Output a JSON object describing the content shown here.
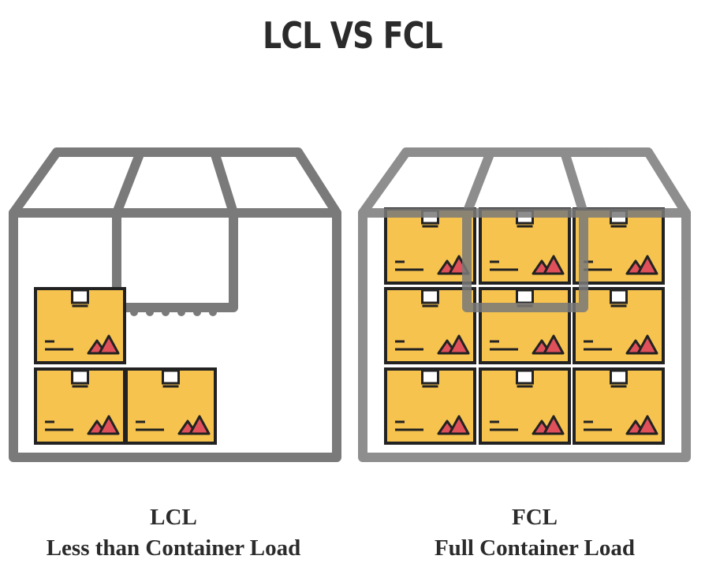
{
  "title": "LCL VS FCL",
  "left": {
    "short": "LCL",
    "long": "Less than Container Load",
    "box_count": 3
  },
  "right": {
    "short": "FCL",
    "long": "Full Container Load",
    "box_count": 9
  },
  "colors": {
    "container": "#7a7a7a",
    "box_fill": "#f7c34f",
    "box_outline": "#222222",
    "label_white": "#ffffff",
    "mountain": "#e0505a",
    "text": "#2b2b2b"
  },
  "icons": {
    "container": "open-container-icon",
    "box": "cardboard-box-icon"
  }
}
